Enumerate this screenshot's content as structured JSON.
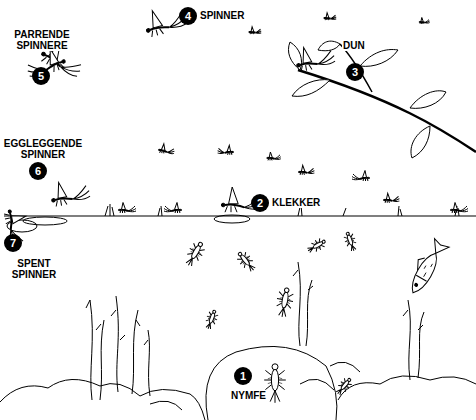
{
  "diagram": {
    "nodes": [
      {
        "text": [
          "4",
          "SPINNER"
        ]
      },
      {
        "text": [
          "5",
          "PARRENDE SPINNERE"
        ]
      },
      {
        "text": [
          "3",
          "DUN"
        ]
      },
      {
        "text": [
          "6",
          "EGGLEGGENDE SPINNER"
        ]
      },
      {
        "text": [
          "2",
          "KLEKKER"
        ]
      },
      {
        "text": [
          "7",
          "SPENT SPINNER"
        ]
      },
      {
        "text": [
          "1",
          "NYMFE"
        ]
      }
    ]
  }
}
